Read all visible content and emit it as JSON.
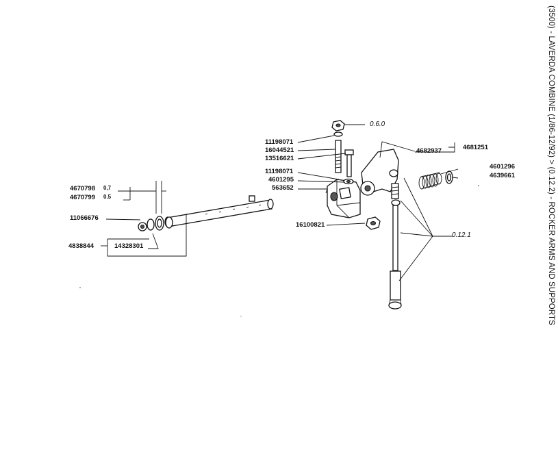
{
  "title": "(3500) - LAVERDA COMBINE (1/86-12/92) > (0.12.2) - ROCKER ARMS AND SUPPORTS",
  "callouts": {
    "p4670798": "4670798",
    "p4670799": "4670799",
    "v07": "0,7",
    "v05": "0.5",
    "p11066676": "11066676",
    "p4838844": "4838844",
    "p14328301": "14328301",
    "p11198071a": "11198071",
    "p16044521": "16044521",
    "p13516621": "13516621",
    "p11198071b": "11198071",
    "p4601295": "4601295",
    "p563652": "563652",
    "p16100821": "16100821",
    "p4682937": "4682937",
    "p4681251": "4681251",
    "p4601296": "4601296",
    "p4639661": "4639661"
  },
  "refs": {
    "r060": "0.6.0",
    "r0121": "0.12.1"
  }
}
